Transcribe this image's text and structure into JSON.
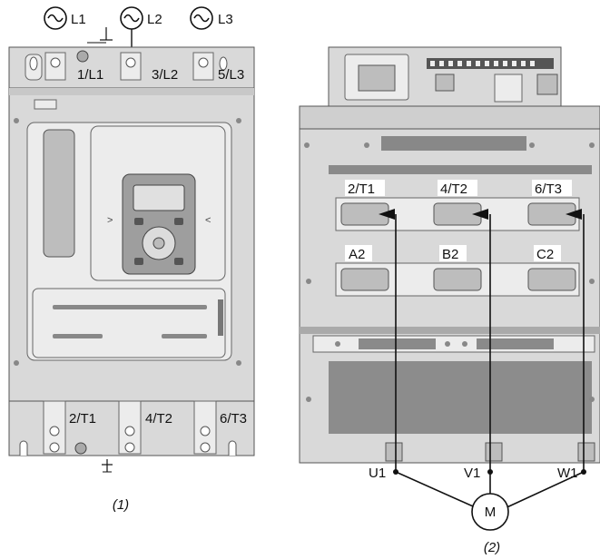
{
  "supply": {
    "l1": "L1",
    "l2": "L2",
    "l3": "L3"
  },
  "left_starter": {
    "top_terminals": [
      "1/L1",
      "3/L2",
      "5/L3"
    ],
    "bottom_terminals": [
      "2/T1",
      "4/T2",
      "6/T3"
    ],
    "caption": "(1)"
  },
  "right_starter": {
    "output_terminals": [
      "2/T1",
      "4/T2",
      "6/T3"
    ],
    "bypass_terminals": [
      "A2",
      "B2",
      "C2"
    ],
    "motor_leads": [
      "U1",
      "V1",
      "W1"
    ],
    "motor_label": "M",
    "caption": "(2)"
  }
}
